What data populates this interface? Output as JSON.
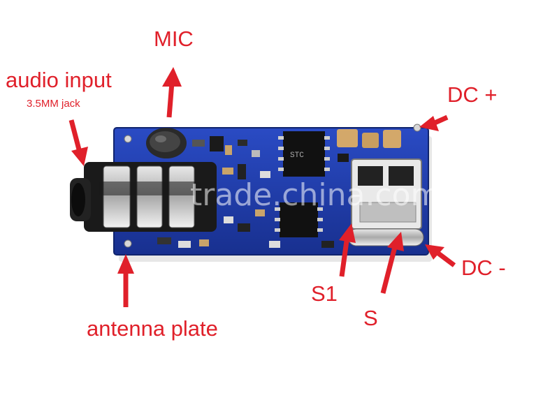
{
  "labels": {
    "mic": "MIC",
    "audio_input": "audio input",
    "jack": "3.5MM jack",
    "dc_plus": "DC +",
    "dc_minus": "DC -",
    "s1": "S1",
    "s": "S",
    "antenna": "antenna plate"
  },
  "watermark": "trade.china.com",
  "chip_marking": "STC",
  "colors": {
    "label": "#e0202a",
    "board": "#1f3aa8",
    "background": "#ffffff"
  }
}
